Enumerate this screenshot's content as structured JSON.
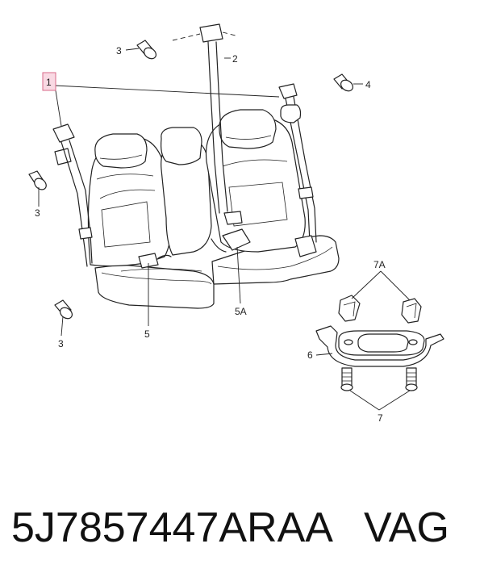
{
  "callouts": {
    "c1": "1",
    "c2": "2",
    "c3a": "3",
    "c3b": "3",
    "c3c": "3",
    "c4": "4",
    "c5": "5",
    "c5a": "5A",
    "c6": "6",
    "c7": "7",
    "c7a": "7A"
  },
  "caption": {
    "part_number": "5J7857447ARAA",
    "brand": "VAG"
  },
  "colors": {
    "highlight_fill": "#f9d9e3",
    "highlight_stroke": "#d86a8a",
    "line": "#222222"
  }
}
